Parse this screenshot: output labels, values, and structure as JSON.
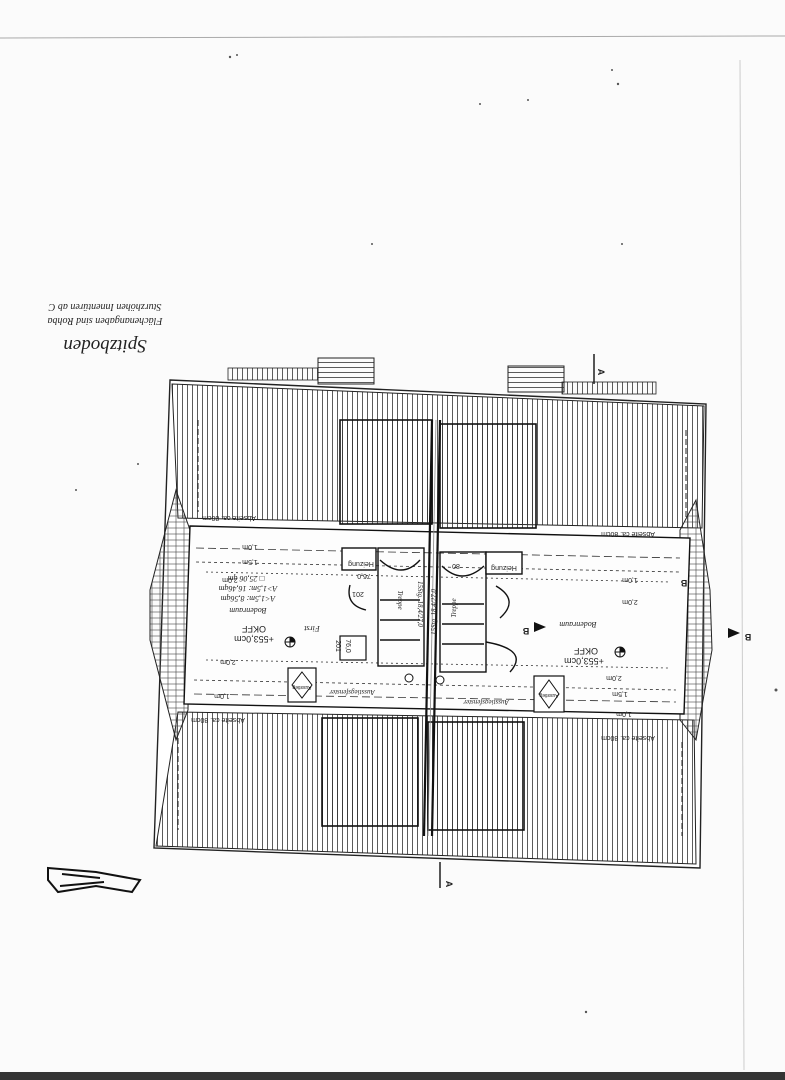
{
  "plan": {
    "title": "Spitzboden",
    "note_line1": "Flächenangaben sind Rohba",
    "note_line2": "Sturzhöhen Innentüren ab C"
  },
  "section_marks": {
    "a_top": "A",
    "a_bottom": "A",
    "b_left": "B",
    "b_right": "B",
    "b_center": "B"
  },
  "rooms": {
    "left": {
      "name": "Bodenraum",
      "area_a": "A<1,5m: 8,56qm",
      "area_b": "A>1,5m: 16,46qm",
      "area_total": "□ 25,06 qm",
      "level": "+553,0cm",
      "level_ref": "OKFF",
      "heating": "Heizung",
      "stair": "Treppe",
      "stair_spec": "15Stg. 18,4/27,0",
      "ridge": "First",
      "dormer": "Ausstiegsfenster",
      "dormer_tag": "Ausstieg",
      "clear_top": "Abseite ca. 80cm",
      "clear_bottom": "Abseite ca. 80cm",
      "door_a": "76,0",
      "door_b": "201",
      "door_c": "76,0",
      "door_d": "201"
    },
    "right": {
      "name": "Bodenraum",
      "level": "+553,0cm",
      "level_ref": "OKFF",
      "heating": "Heizung",
      "stair": "Treppe",
      "stair_spec": "15Stg. 18,4/27,0",
      "dormer": "Ausstiegsfenster",
      "dormer_tag": "Ausstieg",
      "clear_top": "Abseite ca. 80cm",
      "clear_bottom": "Abseite ca. 80cm",
      "door_a": "80"
    }
  },
  "heights": {
    "h10": "1,0m",
    "h15": "1,5m",
    "h20": "2,0m"
  }
}
